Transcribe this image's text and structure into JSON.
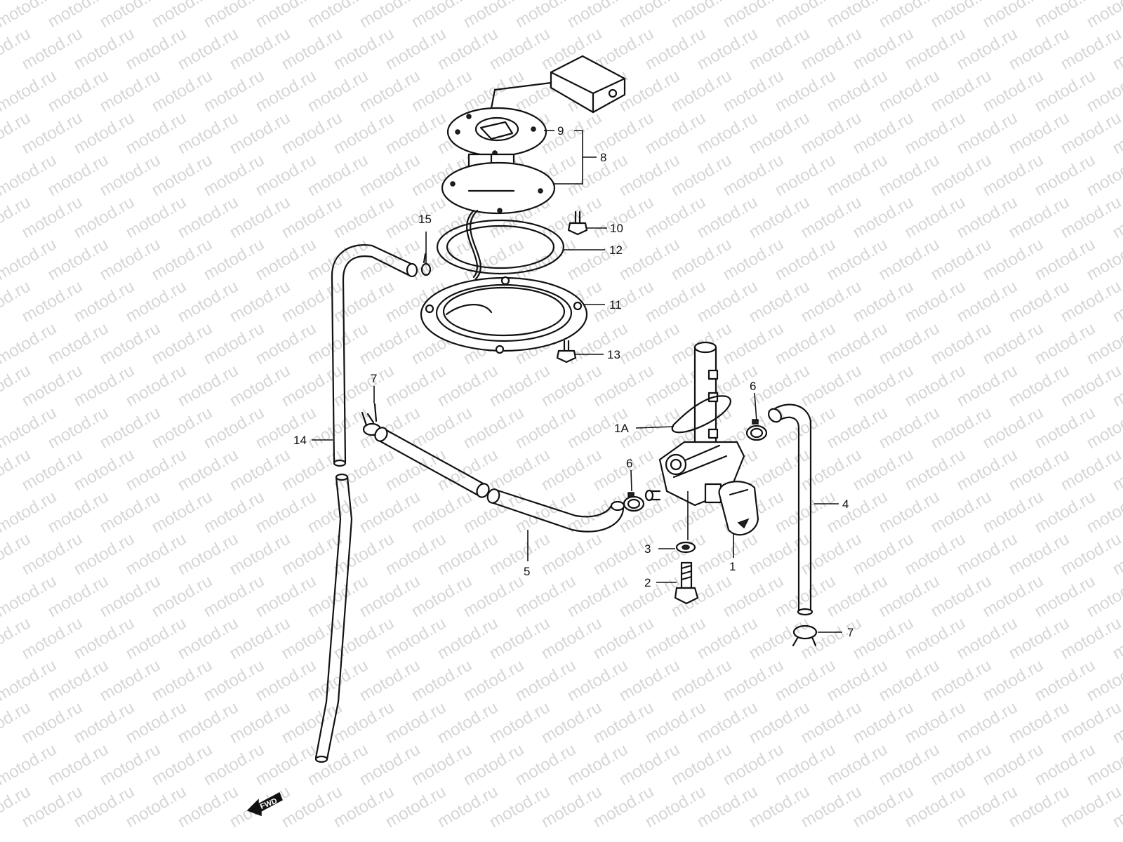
{
  "watermark": {
    "text": "motod.ru",
    "color": "#d6d6d6"
  },
  "direction_badge": {
    "text": "FWD"
  },
  "callouts": {
    "c1": "1",
    "c1A": "1A",
    "c2": "2",
    "c3": "3",
    "c4": "4",
    "c5": "5",
    "c6a": "6",
    "c6b": "6",
    "c7a": "7",
    "c7b": "7",
    "c8": "8",
    "c9": "9",
    "c10": "10",
    "c11": "11",
    "c12": "12",
    "c13": "13",
    "c14": "14",
    "c15": "15"
  }
}
